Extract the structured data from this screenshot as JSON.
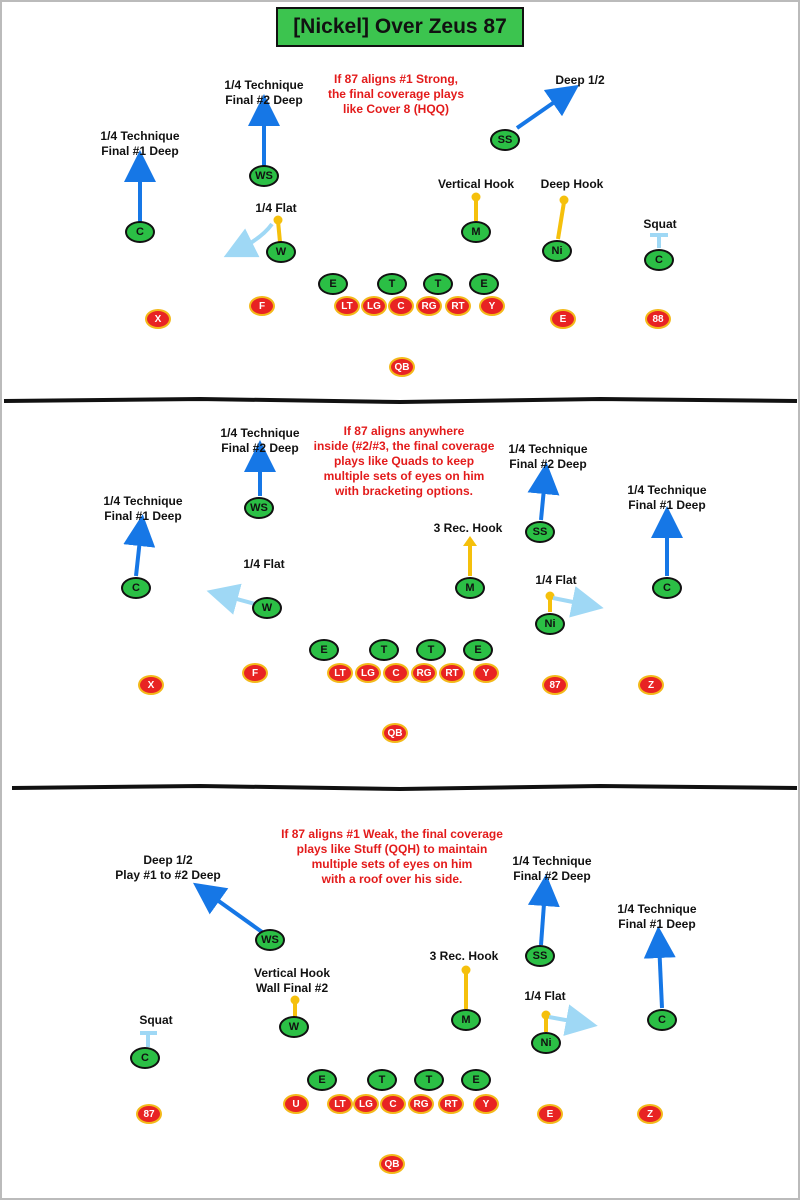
{
  "page_title": "[Nickel] Over Zeus 87",
  "colors": {
    "deep_route": "#1677e6",
    "hook_route": "#f5c00c",
    "flat_route": "#9fd8f5",
    "defender_fill": "#2bbf45",
    "offense_fill": "#e82323",
    "offense_border": "#f3b91a",
    "note_text": "#e31b1b",
    "title_bg": "#3cc44f"
  },
  "panels": [
    {
      "note": "If 87 aligns #1 Strong,\nthe final coverage plays\nlike Cover 8 (HQQ)",
      "labels": [
        "1/4 Technique\nFinal #1 Deep",
        "1/4 Technique\nFinal #2 Deep",
        "1/4 Flat",
        "Vertical Hook",
        "Deep Hook",
        "Deep 1/2",
        "Squat"
      ],
      "defense": [
        "C",
        "WS",
        "W",
        "E",
        "T",
        "T",
        "E",
        "M",
        "Ni",
        "SS",
        "C"
      ],
      "offense": [
        "X",
        "F",
        "LT",
        "LG",
        "C",
        "RG",
        "RT",
        "Y",
        "E",
        "88",
        "QB"
      ]
    },
    {
      "note": "If 87 aligns anywhere\ninside (#2/#3, the final coverage\nplays like Quads to keep\nmultiple sets of eyes on him\nwith bracketing options.",
      "labels": [
        "1/4 Technique\nFinal #2 Deep",
        "1/4 Technique\nFinal #1 Deep",
        "1/4 Flat",
        "3 Rec. Hook",
        "1/4 Technique\nFinal #2 Deep",
        "1/4 Flat",
        "1/4 Technique\nFinal #1 Deep"
      ],
      "defense": [
        "WS",
        "C",
        "W",
        "E",
        "T",
        "T",
        "E",
        "M",
        "SS",
        "Ni",
        "C"
      ],
      "offense": [
        "X",
        "F",
        "LT",
        "LG",
        "C",
        "RG",
        "RT",
        "Y",
        "87",
        "Z",
        "QB"
      ]
    },
    {
      "note": "If 87 aligns #1 Weak, the final coverage\nplays like Stuff (QQH) to maintain\nmultiple sets of eyes on him\nwith a roof over his side.",
      "labels": [
        "Deep 1/2\nPlay #1 to #2 Deep",
        "Vertical Hook\nWall Final #2",
        "Squat",
        "3 Rec. Hook",
        "1/4 Technique\nFinal #2 Deep",
        "1/4 Flat",
        "1/4 Technique\nFinal #1 Deep"
      ],
      "defense": [
        "WS",
        "W",
        "C",
        "E",
        "T",
        "T",
        "E",
        "M",
        "SS",
        "Ni",
        "C"
      ],
      "offense": [
        "87",
        "U",
        "LT",
        "LG",
        "C",
        "RG",
        "RT",
        "Y",
        "E",
        "Z",
        "QB"
      ]
    }
  ]
}
